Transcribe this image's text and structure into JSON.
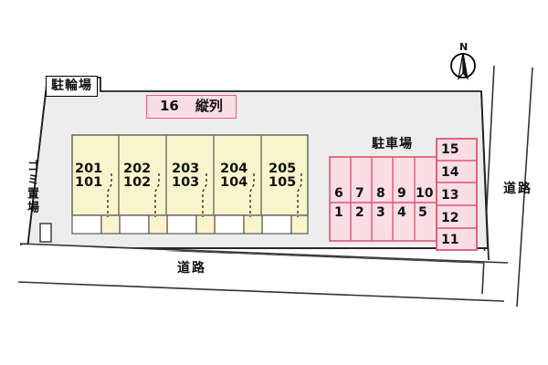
{
  "map": {
    "title": "Apartment site plan",
    "compass": {
      "label": "N",
      "icon": "compass-north-icon"
    },
    "roads": [
      {
        "id": "road-bottom",
        "label": "道路"
      },
      {
        "id": "road-right",
        "label": "道路"
      }
    ],
    "facilities": {
      "bicycle_parking": {
        "label": "駐輪場"
      },
      "garbage_area": {
        "label": "ゴミ置場"
      },
      "parking_title": {
        "label": "駐車場"
      },
      "tandem_note": {
        "count": "16",
        "label": "縦列"
      }
    },
    "building": {
      "units": [
        {
          "upper": "201",
          "lower": "101"
        },
        {
          "upper": "202",
          "lower": "102"
        },
        {
          "upper": "203",
          "lower": "103"
        },
        {
          "upper": "204",
          "lower": "104"
        },
        {
          "upper": "205",
          "lower": "105"
        }
      ]
    },
    "parking": {
      "grid_top_row": [
        "6",
        "7",
        "8",
        "9",
        "10"
      ],
      "grid_bottom_row": [
        "1",
        "2",
        "3",
        "4",
        "5"
      ],
      "right_column": [
        "15",
        "14",
        "13",
        "12",
        "11"
      ]
    },
    "colors": {
      "lot_fill": "#EDEDED",
      "lot_stroke": "#222222",
      "building_fill": "#FAF4CC",
      "building_stroke": "#6E6E66",
      "parking_fill": "#FBDDE6",
      "parking_stroke": "#E0556F",
      "road_stroke": "#333333",
      "entrance_fill": "#FFFFFF"
    }
  }
}
